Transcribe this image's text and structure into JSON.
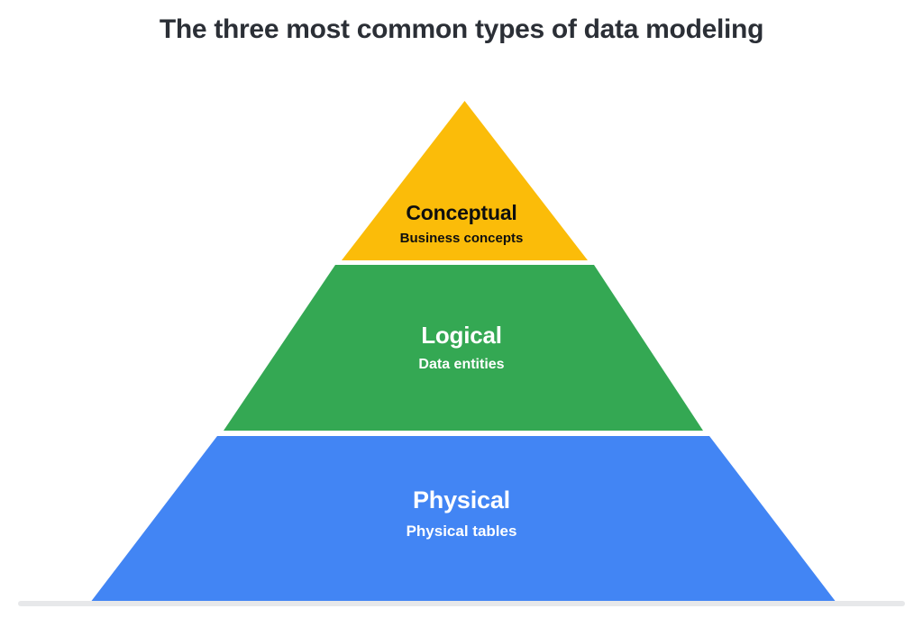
{
  "page": {
    "title": "The three most common types of data modeling",
    "background_color": "#ffffff",
    "title_color": "#2b2f36"
  },
  "chart_data": {
    "type": "pyramid",
    "title": "The three most common types of data modeling",
    "orientation": "top-narrow",
    "levels": [
      {
        "rank": 1,
        "position": "top",
        "label": "Conceptual",
        "sublabel": "Business concepts",
        "color": "#fbbc09",
        "text_color": "#0f0f0f"
      },
      {
        "rank": 2,
        "position": "middle",
        "label": "Logical",
        "sublabel": "Data entities",
        "color": "#34a853",
        "text_color": "#ffffff"
      },
      {
        "rank": 3,
        "position": "bottom",
        "label": "Physical",
        "sublabel": "Physical tables",
        "color": "#4285f4",
        "text_color": "#ffffff"
      }
    ],
    "legend": "none",
    "grid": false
  },
  "footer": {
    "rule_color": "#e7e8ea"
  }
}
